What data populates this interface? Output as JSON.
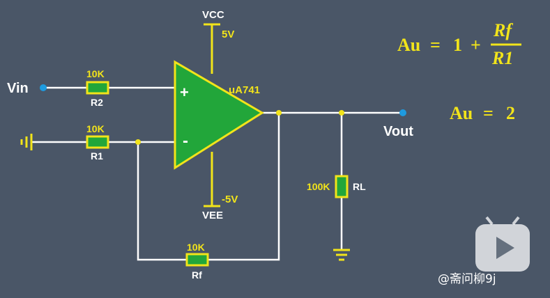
{
  "vcc": {
    "label": "VCC",
    "voltage": "5V"
  },
  "vee": {
    "label": "VEE",
    "voltage": "-5V"
  },
  "opamp": {
    "part": "uA741",
    "plus": "+",
    "minus": "-"
  },
  "input": {
    "label": "Vin"
  },
  "output": {
    "label": "Vout"
  },
  "r2": {
    "name": "R2",
    "value": "10K"
  },
  "r1": {
    "name": "R1",
    "value": "10K"
  },
  "rf": {
    "name": "Rf",
    "value": "10K"
  },
  "rl": {
    "name": "RL",
    "value": "100K"
  },
  "formula": {
    "lhs": "Au",
    "eq": "=",
    "one": "1",
    "plus": "+",
    "numerator": "Rf",
    "denominator": "R1"
  },
  "result": {
    "lhs": "Au",
    "eq": "=",
    "value": "2"
  },
  "watermark": {
    "text": "@斋问柳9j"
  },
  "colors": {
    "background": "#4a5667",
    "wire": "#ffffff",
    "component_fill": "#22a63a",
    "component_stroke": "#f2e41a",
    "node": "#1e9be0"
  }
}
